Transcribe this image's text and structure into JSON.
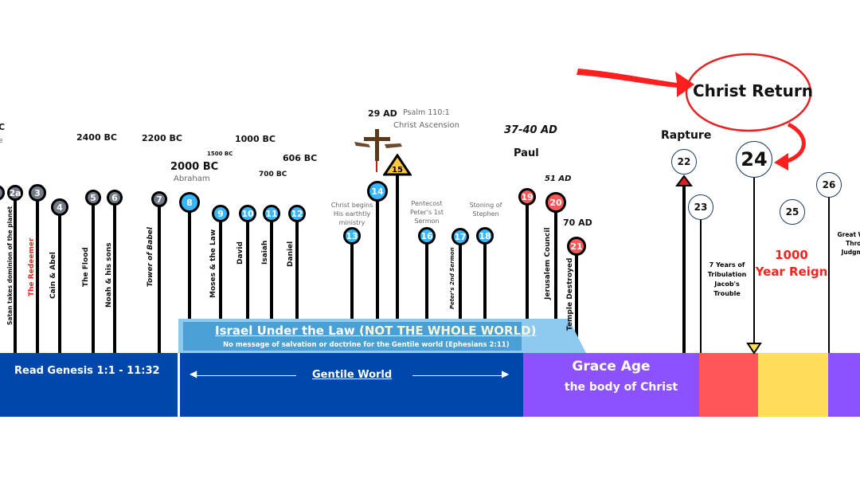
{
  "colors": {
    "dark_blue": "#0047ab",
    "light_blue": "#8ec9f0",
    "mid_blue": "#4a9fd4",
    "pin_blue": "#38b6ff",
    "pin_gray": "#737b87",
    "pin_red": "#ff5757",
    "purple": "#8c52ff",
    "tribulation_red": "#ff5757",
    "reign_yellow": "#ffde59",
    "annotation_red": "#ff1f1f"
  },
  "top": {
    "christ_return": "Christ Return",
    "rapture": "Rapture",
    "reign_line1": "1000",
    "reign_line2": "Year Reign",
    "tribulation": [
      "7 Years of",
      "Tribulation",
      "Jacob's",
      "Trouble"
    ],
    "great_white": [
      "Great White",
      "Throne",
      "Judgment"
    ]
  },
  "dates": {
    "c_cut": "C",
    "e_cut": "e",
    "d2400": "2400 BC",
    "d2200": "2200 BC",
    "d2000": "2000 BC",
    "abraham": "Abraham",
    "d1500": "1500 BC",
    "d1000": "1000 BC",
    "d700": "700 BC",
    "d606": "606 BC",
    "d29": "29 AD",
    "psalm": "Psalm 110:1",
    "ascension": "Christ Ascension",
    "d3740": "37-40 AD",
    "paul": "Paul",
    "d51": "51 AD",
    "d70": "70 AD"
  },
  "notes": {
    "ministry": [
      "Christ begins",
      "His earthtly",
      "ministry"
    ],
    "pentecost": [
      "Pentecost",
      "Peter's 1st",
      "Sermon"
    ],
    "stephen": [
      "Stoning of",
      "Stephen"
    ]
  },
  "pins": [
    {
      "num": "",
      "color": "gray"
    },
    {
      "num": "2a",
      "color": "gray"
    },
    {
      "num": "3",
      "color": "gray"
    },
    {
      "num": "4",
      "color": "gray"
    },
    {
      "num": "5",
      "color": "gray"
    },
    {
      "num": "6",
      "color": "gray"
    },
    {
      "num": "7",
      "color": "gray"
    },
    {
      "num": "8",
      "color": "blue"
    },
    {
      "num": "9",
      "color": "blue"
    },
    {
      "num": "10",
      "color": "blue"
    },
    {
      "num": "11",
      "color": "blue"
    },
    {
      "num": "12",
      "color": "blue"
    },
    {
      "num": "13",
      "color": "blue"
    },
    {
      "num": "14",
      "color": "blue"
    },
    {
      "num": "16",
      "color": "blue"
    },
    {
      "num": "17",
      "color": "blue"
    },
    {
      "num": "18",
      "color": "blue"
    },
    {
      "num": "19",
      "color": "red"
    },
    {
      "num": "20",
      "color": "red"
    },
    {
      "num": "21",
      "color": "red"
    },
    {
      "num": "22",
      "color": "white"
    },
    {
      "num": "23",
      "color": "white"
    },
    {
      "num": "24",
      "color": "white"
    },
    {
      "num": "25",
      "color": "white"
    },
    {
      "num": "26",
      "color": "white"
    }
  ],
  "triangle_pin": "15",
  "captions": [
    {
      "text": "Satan takes dominion of the planet",
      "style": "normal"
    },
    {
      "text": "The Redeemer",
      "style": "red"
    },
    {
      "text": "Cain & Abel",
      "style": "normal"
    },
    {
      "text": "The Flood",
      "style": "normal"
    },
    {
      "text": "Noah & his sons",
      "style": "normal"
    },
    {
      "text": "Tower of Babel",
      "style": "italic"
    },
    {
      "text": "Moses & the Law",
      "style": "normal"
    },
    {
      "text": "David",
      "style": "normal"
    },
    {
      "text": "Isaiah",
      "style": "normal"
    },
    {
      "text": "Daniel",
      "style": "normal"
    },
    {
      "text": "Peter's 2nd Sermon",
      "style": "italic"
    },
    {
      "text": "Jerusalem Council",
      "style": "normal"
    },
    {
      "text": "Temple Destroyed",
      "style": "normal"
    }
  ],
  "israel": {
    "title_a": "Israel Under the Law (",
    "title_b": "NOT THE WHOLE WORLD",
    ")": ")",
    "subtitle": "No message of salvation or doctrine for the Gentile world  (Ephesians 2:11)"
  },
  "bands": {
    "genesis": "Read Genesis 1:1 - 11:32",
    "gentile": "Gentile World",
    "grace_title": "Grace Age",
    "grace_sub": "the body of Christ"
  }
}
